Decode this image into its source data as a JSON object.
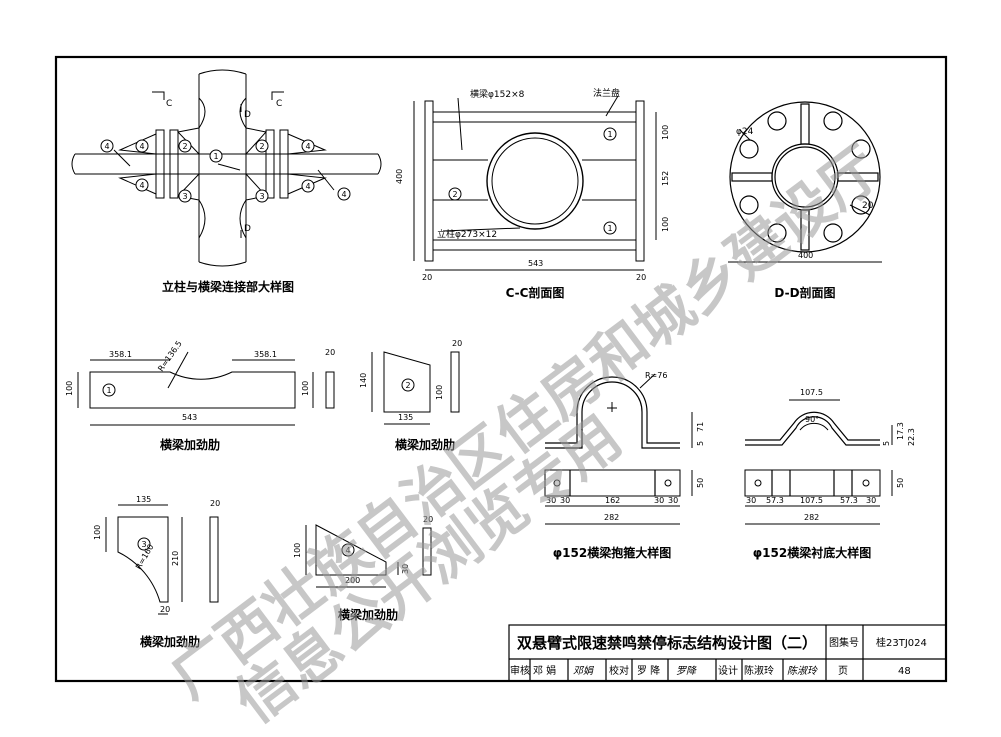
{
  "drawing": {
    "views": {
      "joint_detail": "立柱与横梁连接部大样图",
      "section_cc": "C-C剖面图",
      "section_dd": "D-D剖面图",
      "rib1": "横梁加劲肋",
      "rib2": "横梁加劲肋",
      "rib3": "横梁加劲肋",
      "rib4": "横梁加劲肋",
      "hoop": "φ152横梁抱箍大样图",
      "liner": "φ152横梁衬底大样图"
    },
    "callouts": {
      "beam": "横梁φ152×8",
      "flange": "法兰盘",
      "column": "立柱φ273×12",
      "hole": "φ24",
      "section_c": "C",
      "section_d": "D",
      "n1": "1",
      "n2": "2",
      "n3": "3",
      "n4": "4"
    },
    "dimensions": {
      "cc_height": "400",
      "cc_width": "543",
      "cc_left_plate": "20",
      "cc_right_plate": "20",
      "cc_top": "100",
      "cc_mid": "152",
      "cc_bottom": "100",
      "dd_width": "400",
      "dd_slot": "20",
      "rib1_left": "358.1",
      "rib1_right": "358.1",
      "rib1_radius": "R=136.5",
      "rib1_height": "100",
      "rib1_height_r": "100",
      "rib1_length": "543",
      "rib1_thick": "20",
      "rib2_height": "140",
      "rib2_width": "135",
      "rib2_h2": "100",
      "rib2_thick": "20",
      "rib3_width": "135",
      "rib3_height": "100",
      "rib3_total": "210",
      "rib3_radius": "R=160",
      "rib3_thick": "20",
      "rib3_bottom": "20",
      "rib4_height": "100",
      "rib4_width": "200",
      "rib4_small": "30",
      "rib4_thick": "20",
      "hoop_radius": "R=76",
      "hoop_h1": "71",
      "hoop_h2": "5",
      "hoop_w": "50",
      "hoop_seg": [
        "30",
        "30",
        "162",
        "30",
        "30"
      ],
      "hoop_total": "282",
      "liner_top": "107.5",
      "liner_angle": "90°",
      "liner_h1": "5",
      "liner_h2": "17.3",
      "liner_h3": "22.3",
      "liner_w": "50",
      "liner_seg": [
        "30",
        "57.3",
        "107.5",
        "57.3",
        "30"
      ],
      "liner_total": "282"
    },
    "title_block": {
      "title": "双悬臂式限速禁鸣禁停标志结构设计图（二）",
      "atlas_label": "图集号",
      "atlas_no": "桂23TJ024",
      "review_label": "审核",
      "reviewer": "邓 娟",
      "reviewer_sig": "邓娟",
      "check_label": "校对",
      "checker": "罗 降",
      "checker_sig": "罗降",
      "design_label": "设计",
      "designer": "陈淑玲",
      "designer_sig": "陈淑玲",
      "page_label": "页",
      "page_no": "48"
    },
    "watermark": {
      "line1": "广西壮族自治区住房和城乡建设厅",
      "line2": "信息公开浏览专用"
    }
  }
}
